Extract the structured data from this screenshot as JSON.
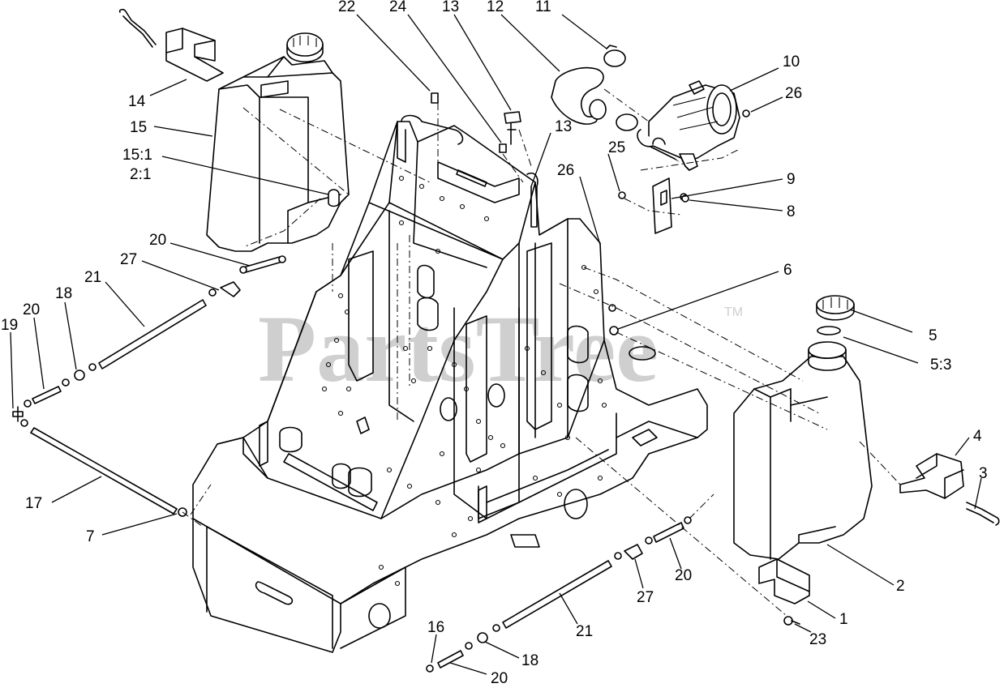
{
  "watermark": {
    "text": "PartsTree",
    "trademark": "TM"
  },
  "callouts": [
    {
      "id": "c22",
      "label": "22"
    },
    {
      "id": "c24",
      "label": "24"
    },
    {
      "id": "c13a",
      "label": "13"
    },
    {
      "id": "c12",
      "label": "12"
    },
    {
      "id": "c11",
      "label": "11"
    },
    {
      "id": "c10",
      "label": "10"
    },
    {
      "id": "c26a",
      "label": "26"
    },
    {
      "id": "c14",
      "label": "14"
    },
    {
      "id": "c15",
      "label": "15"
    },
    {
      "id": "c15_1",
      "label": "15:1"
    },
    {
      "id": "c2_1",
      "label": "2:1"
    },
    {
      "id": "c13b",
      "label": "13"
    },
    {
      "id": "c25",
      "label": "25"
    },
    {
      "id": "c26b",
      "label": "26"
    },
    {
      "id": "c9",
      "label": "9"
    },
    {
      "id": "c8",
      "label": "8"
    },
    {
      "id": "c20a",
      "label": "20"
    },
    {
      "id": "c27a",
      "label": "27"
    },
    {
      "id": "c21a",
      "label": "21"
    },
    {
      "id": "c18a",
      "label": "18"
    },
    {
      "id": "c20b",
      "label": "20"
    },
    {
      "id": "c19",
      "label": "19"
    },
    {
      "id": "c6",
      "label": "6"
    },
    {
      "id": "c5",
      "label": "5"
    },
    {
      "id": "c5_3",
      "label": "5:3"
    },
    {
      "id": "c4",
      "label": "4"
    },
    {
      "id": "c3",
      "label": "3"
    },
    {
      "id": "c17",
      "label": "17"
    },
    {
      "id": "c7",
      "label": "7"
    },
    {
      "id": "c2",
      "label": "2"
    },
    {
      "id": "c20c",
      "label": "20"
    },
    {
      "id": "c27b",
      "label": "27"
    },
    {
      "id": "c1",
      "label": "1"
    },
    {
      "id": "c23",
      "label": "23"
    },
    {
      "id": "c21b",
      "label": "21"
    },
    {
      "id": "c16",
      "label": "16"
    },
    {
      "id": "c18b",
      "label": "18"
    },
    {
      "id": "c20d",
      "label": "20"
    }
  ]
}
